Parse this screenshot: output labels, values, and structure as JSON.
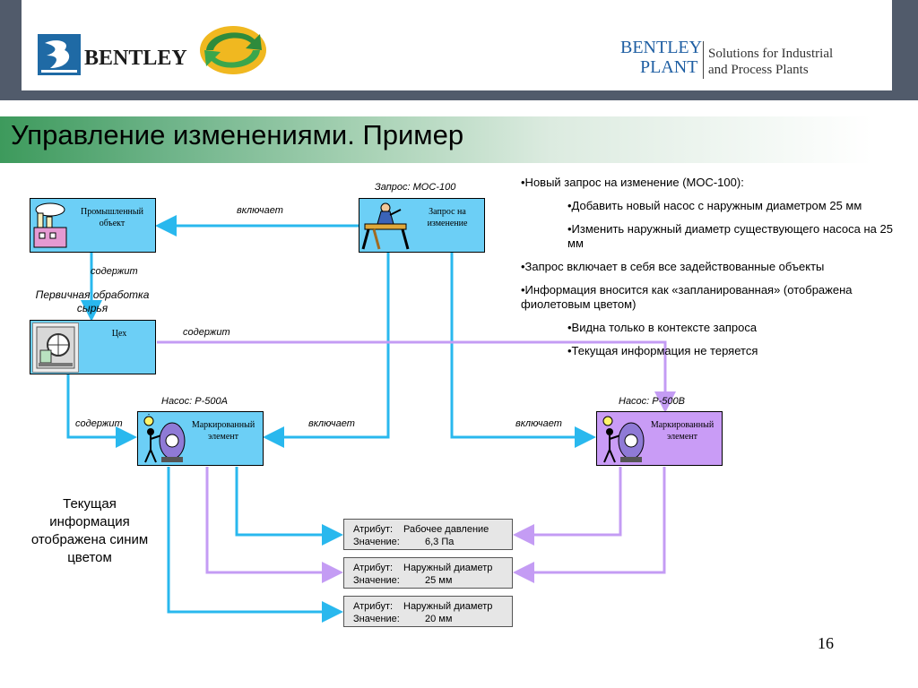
{
  "header": {
    "logo_left_text": "BENTLEY",
    "logo_right_line1": "BENTLEY",
    "logo_right_line2": "PLANT",
    "tagline_line1": "Solutions for Industrial",
    "tagline_line2": "and Process Plants"
  },
  "title": "Управление изменениями. Пример",
  "nodes": {
    "industrial": "Промышленный объект",
    "request": "Запрос на изменение",
    "shop": "Цех",
    "tagged_a": "Маркированный элемент",
    "tagged_b": "Маркированный элемент"
  },
  "labels": {
    "request_id": "Запрос: МОС-100",
    "includes_1": "включает",
    "contains_1": "содержит",
    "primary_processing": "Первичная обработка сырья",
    "contains_2": "содержит",
    "pump_a": "Насос: Р-500А",
    "pump_b": "Насос: Р-500В",
    "contains_3": "содержит",
    "includes_2": "включает",
    "includes_3": "включает"
  },
  "bullets": [
    {
      "text": "•Новый запрос на изменение (МОС-100):",
      "indent": false
    },
    {
      "text": "•Добавить новый насос с наружным диаметром 25 мм",
      "indent": true
    },
    {
      "text": "•Изменить наружный диаметр существующего насоса на 25 мм",
      "indent": true
    },
    {
      "text": "•Запрос включает в себя все задействованные объекты",
      "indent": false
    },
    {
      "text": "•Информация вносится как «запланированная» (отображена фиолетовым цветом)",
      "indent": false
    },
    {
      "text": "•Видна только в контексте запроса",
      "indent": true
    },
    {
      "text": "•Текущая информация не теряется",
      "indent": true
    }
  ],
  "attributes": [
    {
      "attr_label": "Атрибут:",
      "attr_name": "Рабочее давление",
      "value_label": "Значение:",
      "value": "6,3 Па"
    },
    {
      "attr_label": "Атрибут:",
      "attr_name": "Наружный диаметр",
      "value_label": "Значение:",
      "value": "25 мм"
    },
    {
      "attr_label": "Атрибут:",
      "attr_name": "Наружный диаметр",
      "value_label": "Значение:",
      "value": "20 мм"
    }
  ],
  "legend_note": "Текущая информация отображена синим цветом",
  "page_number": "16",
  "colors": {
    "current_blue": "#29b8ee",
    "planned_purple": "#c49cf4",
    "node_blue": "#6ccff6",
    "node_purple": "#c99cf6"
  },
  "icons": [
    "bentley-b-logo-icon",
    "green-arrows-logo-icon",
    "factory-icon",
    "carpenter-icon",
    "pump-machine-icon",
    "idea-person-icon"
  ]
}
